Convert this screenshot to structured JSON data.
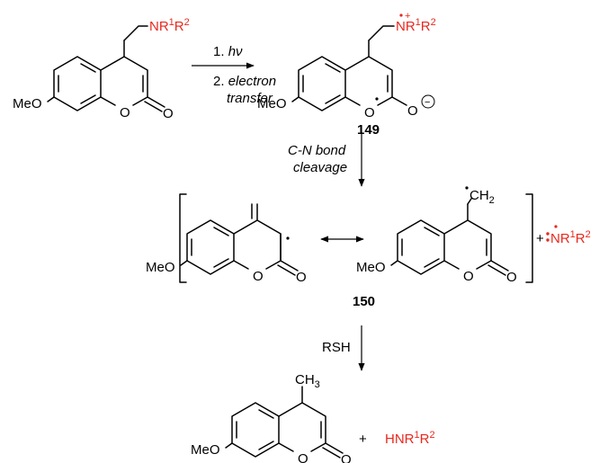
{
  "molecules": {
    "start": {
      "substituent": "NR",
      "sup1": "1",
      "r2": "R",
      "sup2": "2",
      "ome": "MeO",
      "o_ring": "O",
      "o_carbonyl": "O"
    },
    "intermediate_149": {
      "id": "149",
      "substituent": "NR",
      "sup1": "1",
      "r2": "R",
      "sup2": "2",
      "charge_plus": "+",
      "charge_minus": "−",
      "ome": "MeO",
      "o_ring": "O",
      "o_alkoxide": "O"
    },
    "radical_a": {
      "ome": "MeO",
      "o_ring": "O",
      "o_carbonyl": "O"
    },
    "radical_b": {
      "ch2": "CH",
      "sub2": "2",
      "ome": "MeO",
      "o_ring": "O",
      "o_carbonyl": "O"
    },
    "amine_radical": {
      "plus": "+",
      "nr": "NR",
      "sup1": "1",
      "r2": "R",
      "sup2": "2"
    },
    "product": {
      "ch3": "CH",
      "sub3": "3",
      "ome": "MeO",
      "o_ring": "O",
      "o_carbonyl": "O"
    },
    "byproduct": {
      "plus": "+",
      "hnr": "HNR",
      "sup1": "1",
      "r2": "R",
      "sup2": "2"
    }
  },
  "labels": {
    "compound_150": "150"
  },
  "arrows": {
    "step1": {
      "line1_num": "1. ",
      "line1_hv": "hν",
      "line2_num": "2. ",
      "line2_text": "electron",
      "line3_text": "transfer"
    },
    "step2": {
      "line1": "C-N bond",
      "line2": "cleavage"
    },
    "step3": {
      "label": "RSH"
    }
  }
}
